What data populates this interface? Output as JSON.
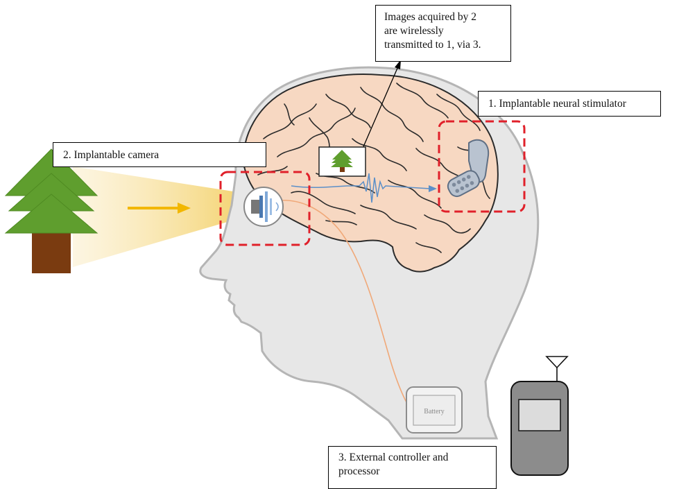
{
  "labels": {
    "wireless_line1": "Images acquired by 2",
    "wireless_line2": "are wirelessly",
    "wireless_line3": "transmitted to 1, via 3.",
    "stimulator": "1. Implantable neural stimulator",
    "camera": "2. Implantable camera",
    "controller_line1": "3. External controller and",
    "controller_line2": "processor",
    "battery": "Battery"
  },
  "colors": {
    "head_fill": "#e7e7e7",
    "head_outline": "#b5b5b5",
    "brain_fill": "#f7d8c2",
    "brain_folds": "#2b2b2b",
    "highlight_box": "#e0202a",
    "tree_green": "#5f9e2e",
    "tree_trunk": "#7a3b10",
    "light_beam": "#f6d77a",
    "arrow_yellow": "#f2b700",
    "signal_blue": "#5b8fc8",
    "cable_orange": "#f0a878",
    "device_gray": "#8c8c8c"
  },
  "icons": {
    "stimulator": "implant-device-icon",
    "camera": "camera-implant-icon",
    "antenna": "antenna-icon",
    "tree": "tree-icon"
  }
}
